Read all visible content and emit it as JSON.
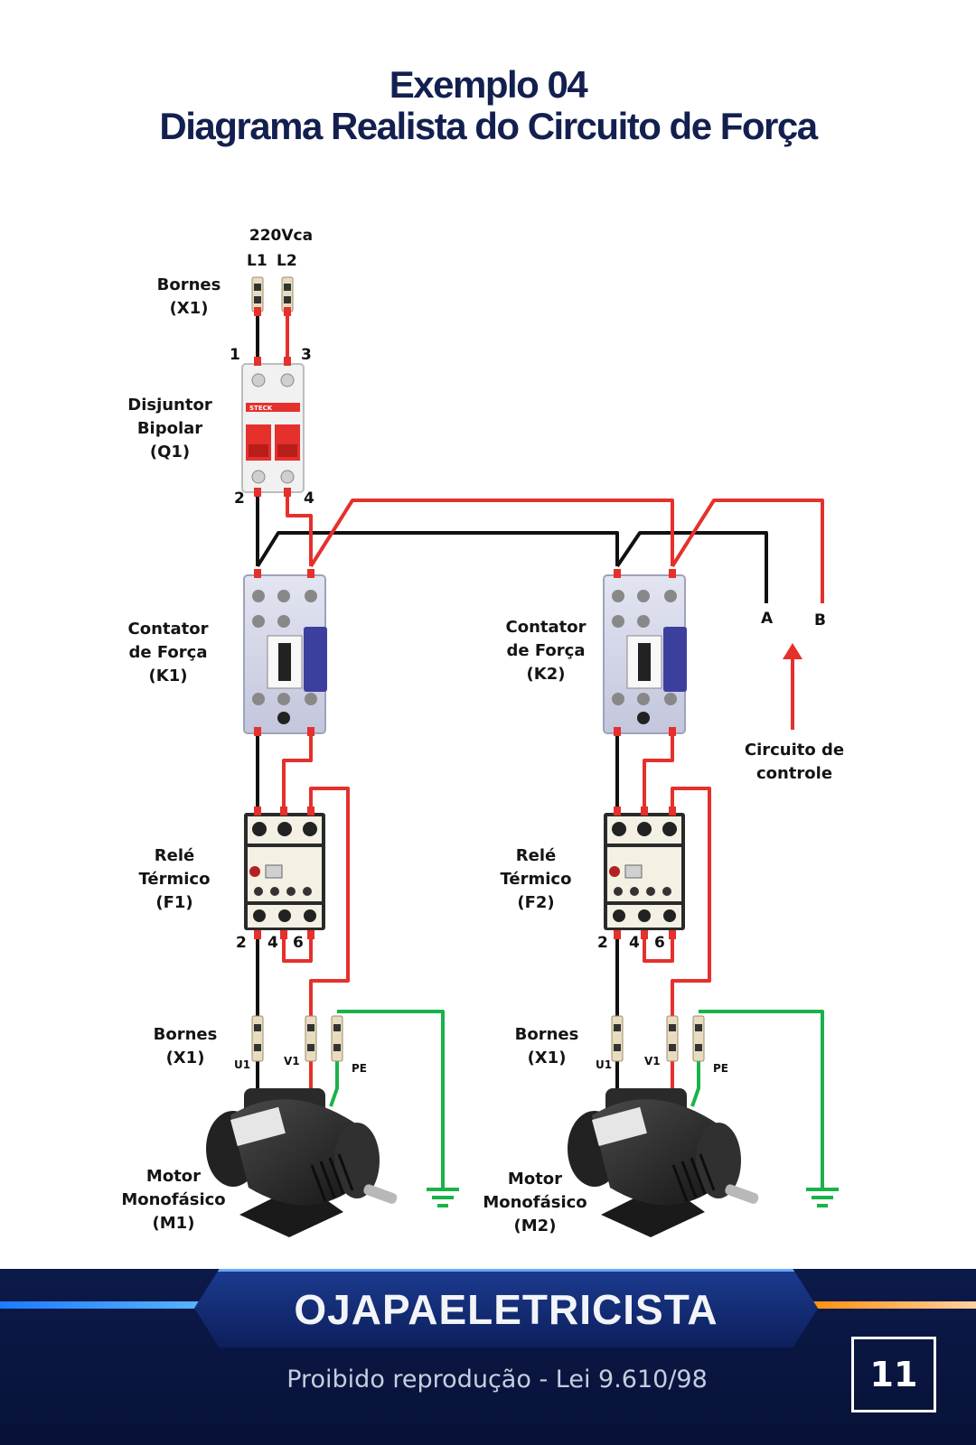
{
  "title": {
    "line1": "Exemplo 04",
    "line2": "Diagrama Realista do Circuito de Força"
  },
  "supply": {
    "voltage": "220Vca",
    "l1": "L1",
    "l2": "L2"
  },
  "labels": {
    "bornes_top": [
      "Bornes",
      "(X1)"
    ],
    "breaker": [
      "Disjuntor",
      "Bipolar",
      "(Q1)"
    ],
    "contactor_k1": [
      "Contator",
      "de Força",
      "(K1)"
    ],
    "contactor_k2": [
      "Contator",
      "de Força",
      "(K2)"
    ],
    "relay_f1": [
      "Relé",
      "Térmico",
      "(F1)"
    ],
    "relay_f2": [
      "Relé",
      "Térmico",
      "(F2)"
    ],
    "bornes_m1": [
      "Bornes",
      "(X1)"
    ],
    "bornes_m2": [
      "Bornes",
      "(X1)"
    ],
    "motor_m1": [
      "Motor",
      "Monofásico",
      "(M1)"
    ],
    "motor_m2": [
      "Motor",
      "Monofásico",
      "(M2)"
    ],
    "control": [
      "Circuito de",
      "controle"
    ]
  },
  "terminals": {
    "q1_in_1": "1",
    "q1_in_3": "3",
    "q1_out_2": "2",
    "q1_out_4": "4",
    "f1": [
      "2",
      "4",
      "6"
    ],
    "f2": [
      "2",
      "4",
      "6"
    ],
    "motor": [
      "U1",
      "V1",
      "PE"
    ],
    "control_a": "A",
    "control_b": "B"
  },
  "device_brand": "STECK",
  "colors": {
    "title": "#13204f",
    "wire_red": "#e5302c",
    "wire_black": "#111111",
    "wire_green": "#19b34a",
    "footer_bg": "#0c1a4a"
  },
  "footer": {
    "brand": "OJAPAELETRICISTA",
    "legal": "Proibido reprodução - Lei 9.610/98",
    "page": "11"
  }
}
